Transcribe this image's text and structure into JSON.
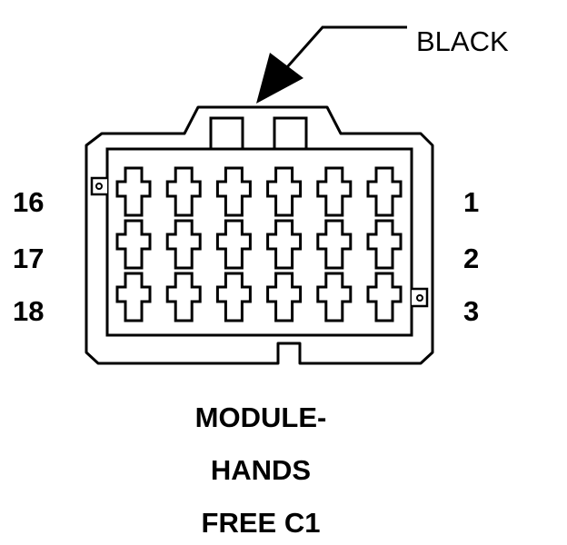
{
  "wire_color_label": "BLACK",
  "pin_labels": {
    "left": [
      "16",
      "17",
      "18"
    ],
    "right": [
      "1",
      "2",
      "3"
    ]
  },
  "cavity_rows": 3,
  "cavity_columns": 6,
  "caption_lines": [
    "MODULE-",
    "HANDS",
    "FREE C1"
  ]
}
